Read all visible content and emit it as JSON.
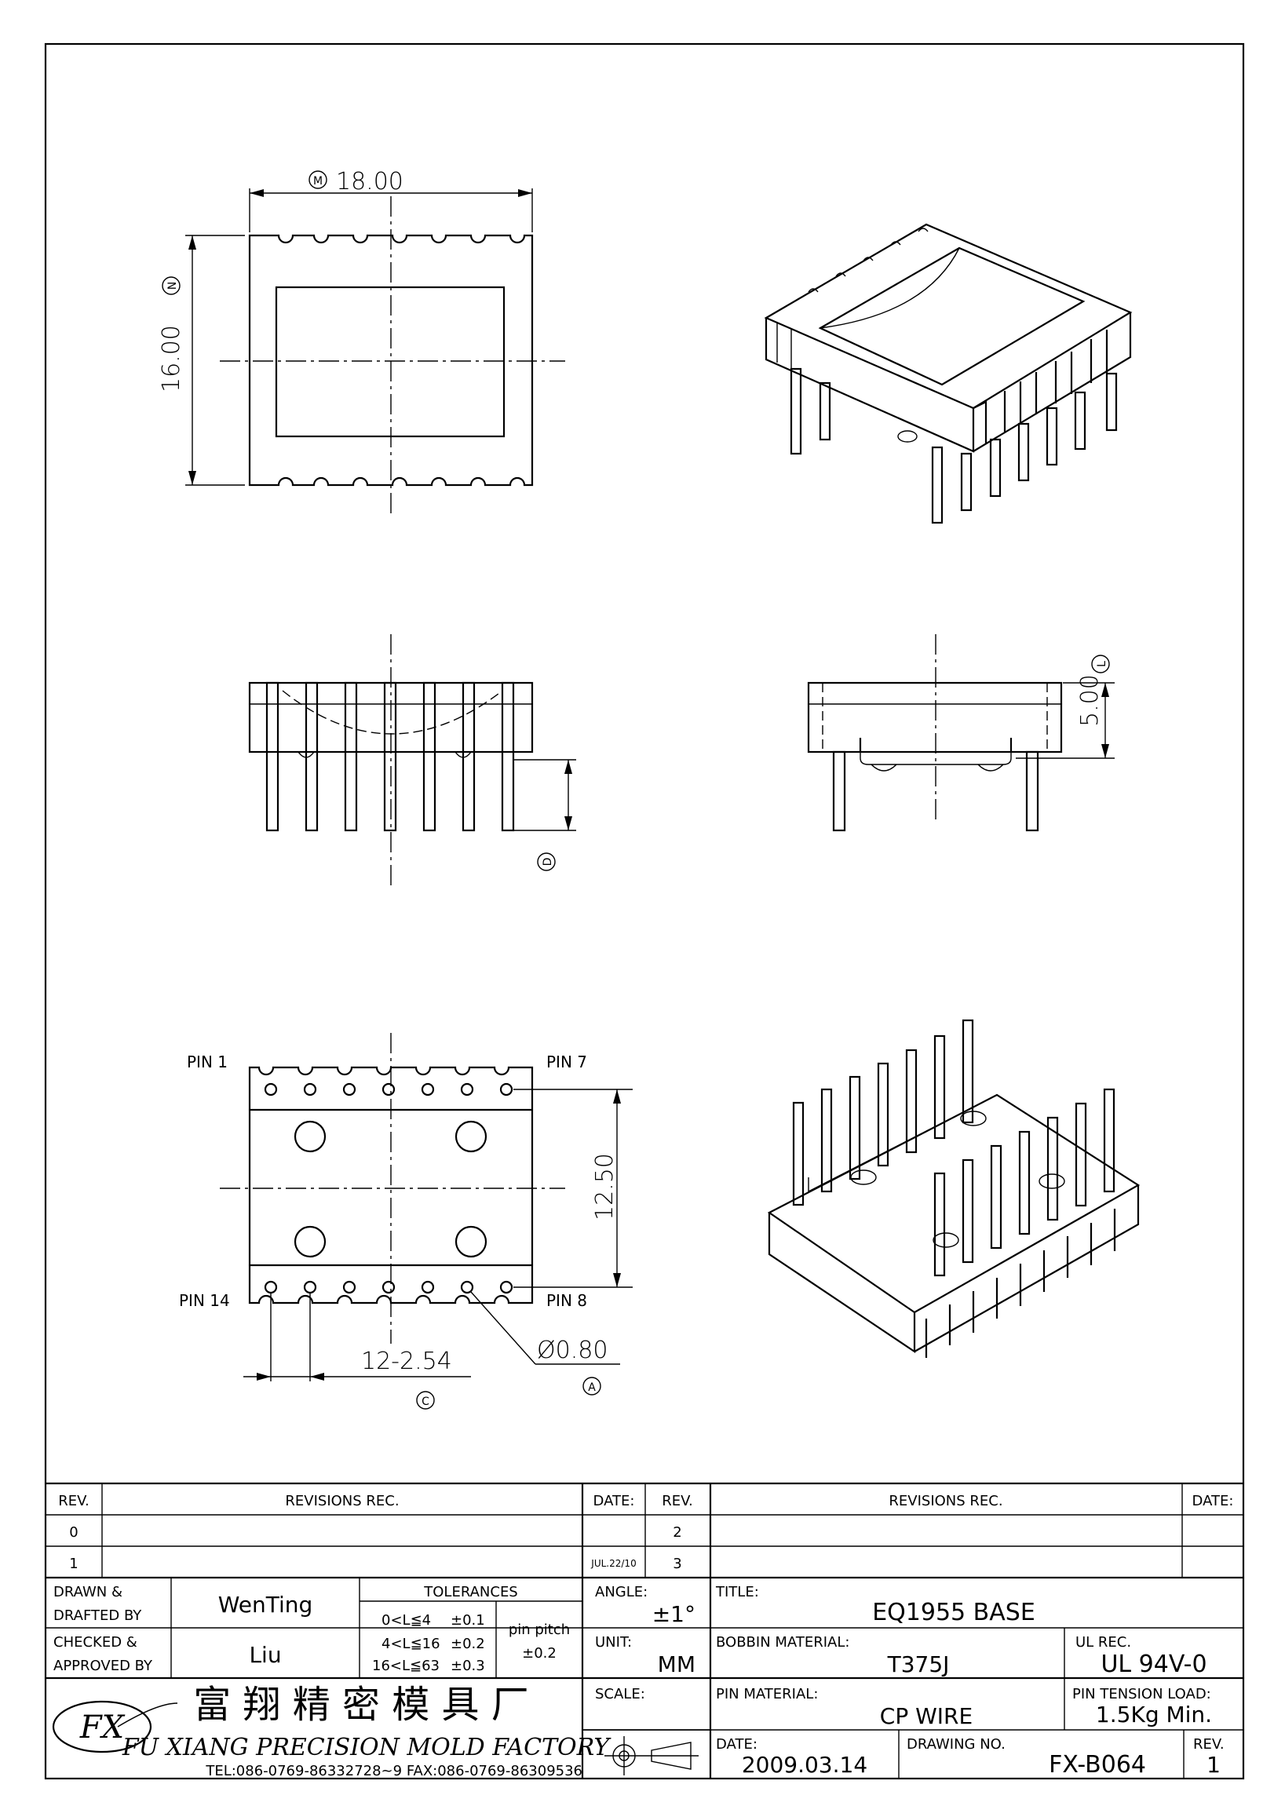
{
  "top_view": {
    "dim_width": "18.00",
    "dim_width_tag": "M",
    "dim_height": "16.00",
    "dim_height_tag": "N"
  },
  "right_side_view": {
    "dim_height": "5.00",
    "dim_tag": "L"
  },
  "front_view": {
    "dim_tag": "D"
  },
  "bottom_view": {
    "pin_1": "PIN 1",
    "pin_7": "PIN 7",
    "pin_8": "PIN 8",
    "pin_14": "PIN 14",
    "dim_rows": "12.50",
    "dim_pitch": "12-2.54",
    "dim_pitch_tag": "C",
    "dim_pin_dia": "Ø0.80",
    "dim_pin_dia_tag": "A"
  },
  "revision_table": {
    "headers": {
      "rev": "REV.",
      "revisions": "REVISIONS   REC.",
      "date": "DATE:"
    },
    "left_rows": [
      {
        "rev": "0",
        "revisions": "",
        "date": ""
      },
      {
        "rev": "1",
        "revisions": "",
        "date": "JUL.22/10"
      }
    ],
    "right_rows": [
      {
        "rev": "2",
        "revisions": "",
        "date": ""
      },
      {
        "rev": "3",
        "revisions": "",
        "date": ""
      }
    ]
  },
  "title_block": {
    "drawn_label_1": "DRAWN  &",
    "drawn_label_2": "DRAFTED  BY",
    "drawn_by": "WenTing",
    "checked_label_1": "CHECKED  &",
    "checked_label_2": "APPROVED  BY",
    "approved_by": "Liu",
    "tolerances_label": "TOLERANCES",
    "tol_1_range": "0<L≦4",
    "tol_1_value": "±0.1",
    "tol_2_range": "4<L≦16",
    "tol_2_value": "±0.2",
    "tol_3_range": "16<L≦63",
    "tol_3_value": "±0.3",
    "pin_pitch_label": "pin  pitch",
    "pin_pitch_value": "±0.2",
    "angle_label": "ANGLE:",
    "angle_value": "±1°",
    "unit_label": "UNIT:",
    "unit_value": "MM",
    "scale_label": "SCALE:",
    "title_label": "TITLE:",
    "title_value": "EQ1955  BASE",
    "bobbin_material_label": "BOBBIN  MATERIAL:",
    "bobbin_material_value": "T375J",
    "ul_rec_label": "UL  REC.",
    "ul_rec_value": "UL  94V-0",
    "pin_material_label": "PIN  MATERIAL:",
    "pin_material_value": "CP  WIRE",
    "pin_tension_label": "PIN  TENSION  LOAD:",
    "pin_tension_value": "1.5Kg  Min.",
    "date_label": "DATE:",
    "date_value": "2009.03.14",
    "drawing_no_label": "DRAWING  NO.",
    "drawing_no_value": "FX-B064",
    "rev_label": "REV.",
    "rev_value": "1"
  },
  "company": {
    "name_cn": "富 翔 精 密 模 具 厂",
    "name_en": "FU  XIANG  PRECISION  MOLD  FACTORY",
    "contact": "TEL:086-0769-86332728~9   FAX:086-0769-86309536",
    "logo_text": "FX"
  }
}
